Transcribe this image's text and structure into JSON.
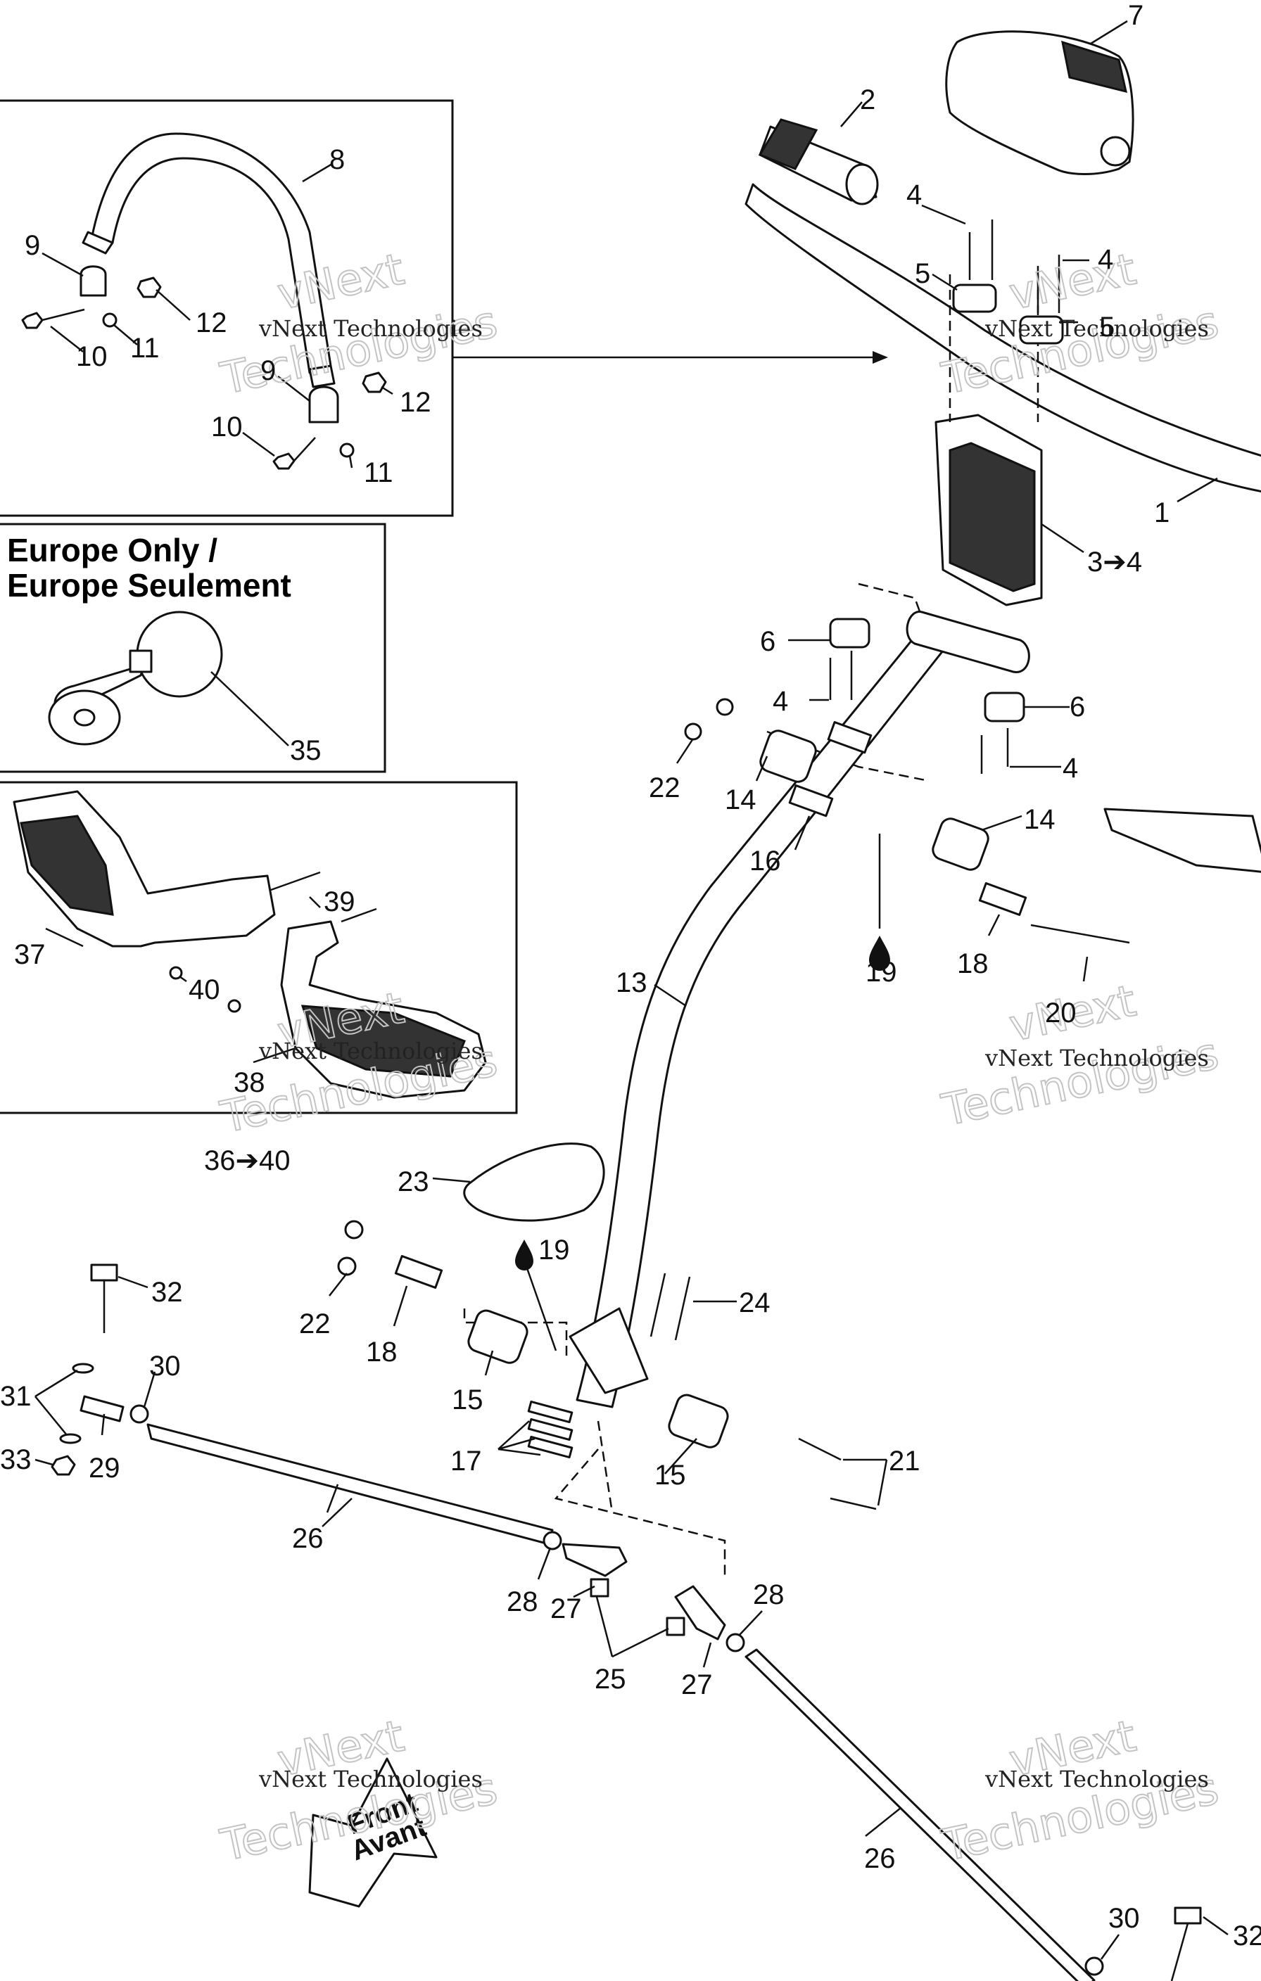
{
  "boxes": {
    "europe_title_line1": "Europe Only /",
    "europe_title_line2": "Europe Seulement",
    "front_arrow_line1": "Front",
    "front_arrow_line2": "Avant"
  },
  "watermark": {
    "line1": "vNext Technologies",
    "line2": "Technologies",
    "line3": "vNext"
  },
  "callouts": {
    "c1": "1",
    "c2": "2",
    "c3_4": "3➔4",
    "c4a": "4",
    "c4b": "4",
    "c4c": "4",
    "c4d": "4",
    "c5a": "5",
    "c5b": "5",
    "c6a": "6",
    "c6b": "6",
    "c7": "7",
    "c8": "8",
    "c9a": "9",
    "c9b": "9",
    "c10a": "10",
    "c10b": "10",
    "c11a": "11",
    "c11b": "11",
    "c12a": "12",
    "c12b": "12",
    "c13": "13",
    "c14a": "14",
    "c14b": "14",
    "c15a": "15",
    "c15b": "15",
    "c16": "16",
    "c17": "17",
    "c18a": "18",
    "c18b": "18",
    "c19a": "19",
    "c19b": "19",
    "c20": "20",
    "c21": "21",
    "c22a": "22",
    "c22b": "22",
    "c23": "23",
    "c24": "24",
    "c25": "25",
    "c26a": "26",
    "c26b": "26",
    "c27a": "27",
    "c27b": "27",
    "c28a": "28",
    "c28b": "28",
    "c29": "29",
    "c30a": "30",
    "c30b": "30",
    "c31": "31",
    "c32a": "32",
    "c32b": "32",
    "c33": "33",
    "c35": "35",
    "c36_40": "36➔40",
    "c37": "37",
    "c38": "38",
    "c39": "39",
    "c40": "40"
  },
  "colors": {
    "ink": "#111111",
    "watermark": "#c4c4c4"
  }
}
